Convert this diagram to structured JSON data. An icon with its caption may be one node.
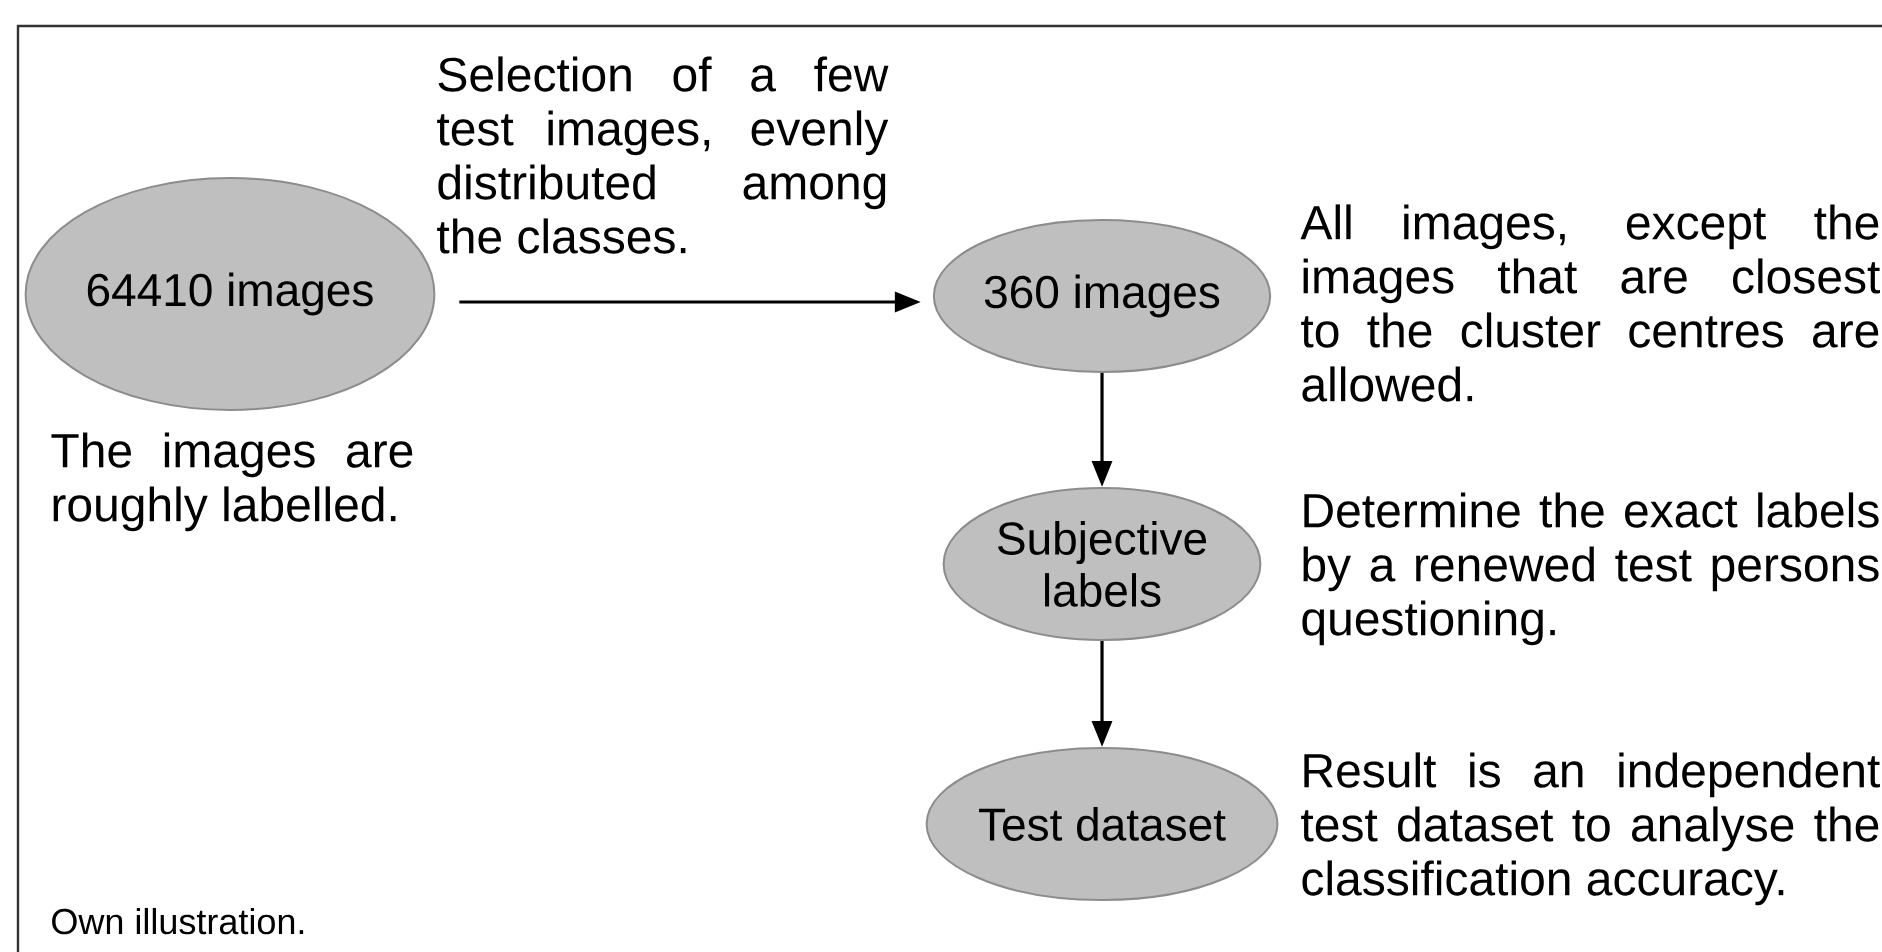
{
  "diagram": {
    "caption": "Own illustration.",
    "nodes": [
      {
        "text": [
          "64410 images"
        ],
        "beside": [
          "The images are roughly labelled."
        ]
      },
      {
        "text": [
          "360 images"
        ],
        "beside": [
          "All images, except the images that are closest to the cluster centres are allowed."
        ]
      },
      {
        "text": [
          "Subjective labels"
        ],
        "beside": [
          "Determine the exact labels by a renewed test persons questioning."
        ]
      },
      {
        "text": [
          "Test dataset"
        ],
        "beside": [
          "Result is an independent test dataset to analyse the classification accuracy."
        ]
      }
    ],
    "edges": [
      {
        "from": 0,
        "to": 1,
        "arrow": "to",
        "label": "Selection of a few test images, evenly distributed among the classes."
      },
      {
        "from": 1,
        "to": 2,
        "arrow": "to"
      },
      {
        "from": 2,
        "to": 3,
        "arrow": "to"
      }
    ]
  }
}
